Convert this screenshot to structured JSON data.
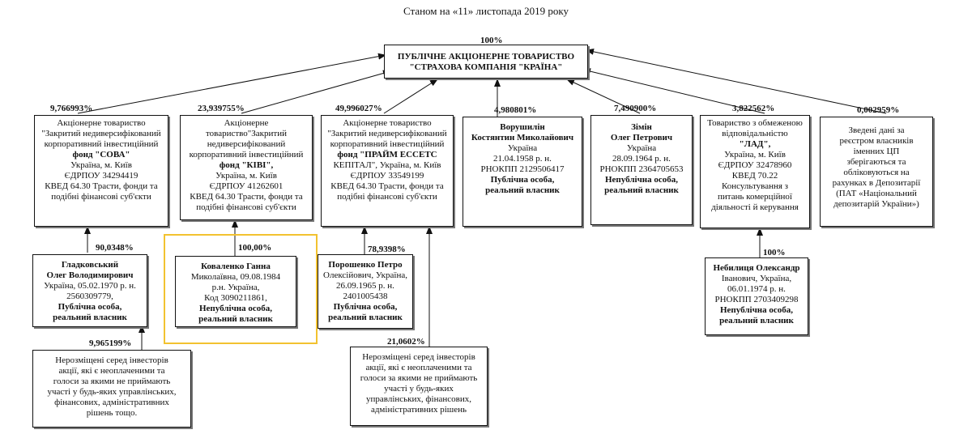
{
  "header": {
    "date_line": "Станом на «11» листопада 2019 року"
  },
  "top": {
    "percent": "100%",
    "line1": "ПУБЛІЧНЕ АКЦІОНЕРНЕ ТОВАРИСТВО",
    "line2": "\"СТРАХОВА КОМПАНІЯ \"КРАЇНА\""
  },
  "shareholders": [
    {
      "percent": "9,766993%",
      "lines": [
        "Акціонерне товариство",
        "\"Закритий недиверсифікований",
        "корпоративний інвестиційний",
        "фонд \"СОВА\"",
        "Україна, м. Київ",
        "ЄДРПОУ 34294419",
        "КВЕД 64.30 Трасти, фонди та",
        "подібні фінансові суб'єкти"
      ]
    },
    {
      "percent": "23,939755%",
      "lines": [
        "Акціонерне",
        "товариство\"Закритий",
        "недиверсифікований",
        "корпоративний інвестиційний",
        "фонд \"КІВІ\",",
        "Україна, м. Київ",
        "ЄДРПОУ 41262601",
        "КВЕД 64.30 Трасти, фонди та",
        "подібні фінансові суб'єкти"
      ]
    },
    {
      "percent": "49,996027%",
      "lines": [
        "Акціонерне товариство",
        "\"Закритий недиверсифікований",
        "корпоративний інвестиційний",
        "фонд \"ПРАЙМ ЕССЕТС",
        "КЕПІТАЛ\", Україна, м. Київ",
        "ЄДРПОУ 33549199",
        "КВЕД 64.30 Трасти, фонди та",
        "подібні фінансові суб'єкти"
      ]
    },
    {
      "percent": "4,980801%",
      "lines": [
        "Ворушилін",
        "Костянтин Миколайович",
        "Україна",
        "21.04.1958 р. н.",
        "РНОКПП 2129506417",
        "Публічна особа,",
        "реальний власник"
      ]
    },
    {
      "percent": "7,490900%",
      "lines": [
        "Зімін",
        "Олег Петрович",
        "Україна",
        "28.09.1964 р. н.",
        "РНОКПП 2364705653",
        "Непублічна особа,",
        "реальний власник"
      ]
    },
    {
      "percent": "3,822562%",
      "lines": [
        "Товариство з обмеженою",
        "відповідальністю",
        "\"ЛАД\",",
        "Україна, м. Київ",
        "ЄДРПОУ 32478960",
        "КВЕД 70.22",
        "Консультування з",
        "питань комерційної",
        "діяльності й керування"
      ]
    },
    {
      "percent": "0,002959%",
      "lines": [
        "Зведені дані за",
        "реєстром власників",
        "іменних ЦП",
        "зберігаються та",
        "обліковуються на",
        "рахунках в Депозитарії",
        "(ПАТ «Національний",
        "депозитарій України»)"
      ]
    }
  ],
  "owners": [
    {
      "percent": "90,0348%",
      "lines": [
        "Гладковський",
        "Олег Володимирович",
        "Україна, 05.02.1970 р. н.",
        "2560309779,",
        "Публічна особа,",
        "реальний власник"
      ]
    },
    {
      "percent": "100,00%",
      "lines": [
        "Коваленко Ганна",
        "Миколаївна, 09.08.1984",
        "р.н. Україна,",
        "Код 3090211861,",
        "Непублічна особа,",
        "реальний власник"
      ]
    },
    {
      "percent": "78,9398%",
      "lines": [
        "Порошенко Петро",
        "Олексійович, Україна,",
        "26.09.1965 р. н.",
        "2401005438",
        "Публічна особа,",
        "реальний власник"
      ]
    },
    {
      "percent": "100%",
      "lines": [
        "Небилиця Олександр",
        "Іванович, Україна,",
        "06.01.1974 р. н.",
        "РНОКПП 2703409298",
        "Непублічна особа,",
        "реальний власник"
      ]
    }
  ],
  "unplaced": [
    {
      "percent": "9,965199%",
      "lines": [
        "Нерозміщені серед інвесторів",
        "акції, які є неоплаченими та",
        "голоси за якими не приймають",
        "участі у будь-яких управлінських,",
        "фінансових, адміністративних",
        "рішень тощо."
      ]
    },
    {
      "percent": "21,0602%",
      "lines": [
        "Нерозміщені серед інвесторів",
        "акції, які є неоплаченими та",
        "голоси за якими не приймають",
        "участі у будь-яких",
        "управлінських,  фінансових,",
        "адміністративних рішень"
      ]
    }
  ]
}
